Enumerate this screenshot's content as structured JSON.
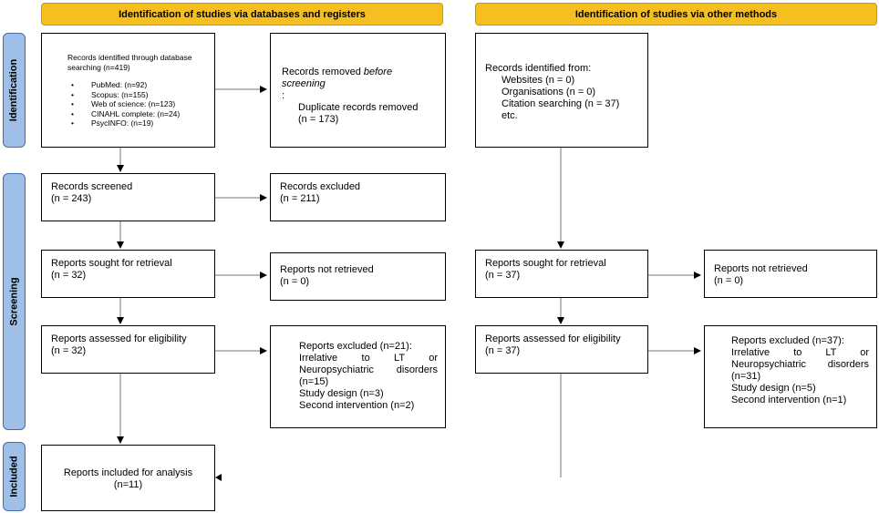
{
  "headers": {
    "left": "Identification of studies via databases and registers",
    "right": "Identification of studies via other methods"
  },
  "stages": {
    "identification": "Identification",
    "screening": "Screening",
    "included": "Included"
  },
  "db": {
    "identified": {
      "intro": "Records identified through database searching (n=419)",
      "items": [
        "PubMed: (n=92)",
        "Scopus: (n=155)",
        "Web of science: (n=123)",
        "CINAHL complete: (n=24)",
        "PsycINFO: (n=19)"
      ]
    },
    "removed": {
      "line1_a": "Records removed ",
      "line1_b": "before screening",
      "line1_c": ":",
      "line2": "Duplicate records removed",
      "line3": "(n = 173)"
    },
    "screened": {
      "label": "Records screened",
      "count": "(n = 243)"
    },
    "excluded": {
      "label": "Records excluded",
      "count": "(n = 211)"
    },
    "sought": {
      "label": "Reports sought for retrieval",
      "count": "(n = 32)"
    },
    "not_retrieved": {
      "label": "Reports not retrieved",
      "count": "(n = 0)"
    },
    "assessed": {
      "label": "Reports assessed for eligibility",
      "count": "(n = 32)"
    },
    "reports_excluded": {
      "title": "Reports excluded (n=21):",
      "r1": "Irrelative to LT or Neuropsychiatric disorders (n=15)",
      "r2": "Study design (n=3)",
      "r3": "Second intervention (n=2)"
    },
    "included": {
      "label": "Reports included for analysis",
      "count": "(n=11)"
    }
  },
  "other": {
    "identified": {
      "title": "Records identified from:",
      "items": [
        "Websites (n = 0)",
        "Organisations (n = 0)",
        "Citation searching (n = 37)",
        "etc."
      ]
    },
    "sought": {
      "label": "Reports sought for retrieval",
      "count": "(n = 37)"
    },
    "not_retrieved": {
      "label": "Reports not retrieved",
      "count": "(n = 0)"
    },
    "assessed": {
      "label": "Reports assessed for eligibility",
      "count": "(n = 37)"
    },
    "reports_excluded": {
      "title": "Reports excluded (n=37):",
      "r1": "Irrelative to LT or Neuropsychiatric disorders (n=31)",
      "r2": "Study design (n=5)",
      "r3": "Second intervention (n=1)"
    }
  },
  "colors": {
    "header": "#f5bf22",
    "stage": "#9fbfe6",
    "stage_border": "#3f6ea8"
  }
}
